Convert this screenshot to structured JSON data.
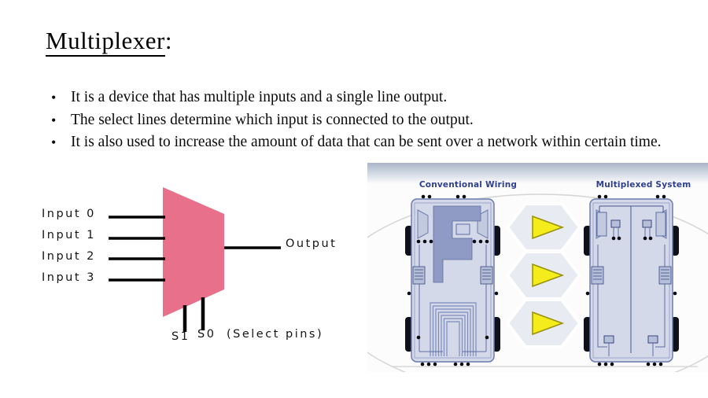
{
  "slide": {
    "title": "Multiplexer",
    "title_colon": ":",
    "bullets": [
      "It is a device that has multiple inputs and a single line output.",
      "The select lines determine which input is connected to the output.",
      "It is also used to increase the amount of data that can be sent over a network within certain time."
    ]
  },
  "mux_diagram": {
    "inputs": [
      "Input 0",
      "Input 1",
      "Input 2",
      "Input 3"
    ],
    "output_label": "Output",
    "select_pin_s1": "S1",
    "select_pin_s0": "S0",
    "select_pins_caption": "(Select pins)",
    "shape_color": "#e8708a",
    "line_color": "#000000"
  },
  "comparison_image": {
    "left_label": "Conventional Wiring",
    "right_label": "Multiplexed System",
    "arrow_color": "#f5ec1c",
    "arrow_border_color": "#97910a",
    "label_color": "#2e3e8e",
    "arrow_count": 3
  }
}
